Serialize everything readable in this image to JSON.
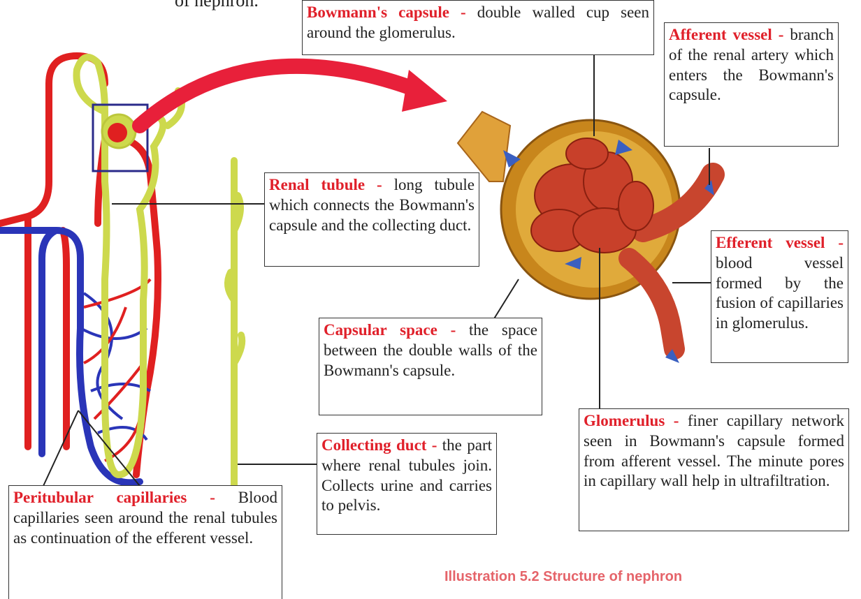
{
  "header_partial": "of nephron.",
  "labels": {
    "bowman": {
      "term": "Bowmann's capsule - ",
      "desc": "double walled cup seen around the glomerulus."
    },
    "afferent": {
      "term": "Afferent vessel - ",
      "desc": "branch of the renal artery which enters the Bowmann's capsule."
    },
    "renal_tubule": {
      "term": "Renal tubule - ",
      "desc": "long tubule which connects the Bowmann's capsule and the collecting duct."
    },
    "efferent": {
      "term": "Efferent vessel - ",
      "desc": "blood vessel formed by the fusion of capillaries in glomerulus."
    },
    "capsular": {
      "term": "Capsular space - ",
      "desc": "the space between the double walls of the Bowmann's capsule."
    },
    "glomerulus": {
      "term": "Glomerulus - ",
      "desc": "finer capillary network seen in Bowmann's capsule formed from afferent vessel. The minute pores in capillary wall help in ultrafiltration."
    },
    "collecting": {
      "term": "Collecting duct - ",
      "desc": "the part where renal tubules join. Collects urine and carries to pelvis."
    },
    "peritubular": {
      "term": "Peritubular capillaries - ",
      "desc": "Blood capillaries seen around the renal tubules as continuation of the efferent vessel."
    }
  },
  "caption": "Illustration 5.2  Structure of nephron",
  "colors": {
    "term_red": "#e0202a",
    "artery": "#e02020",
    "vein": "#2a35b8",
    "tubule": "#d6e35a",
    "capsule": "#c8861c"
  }
}
